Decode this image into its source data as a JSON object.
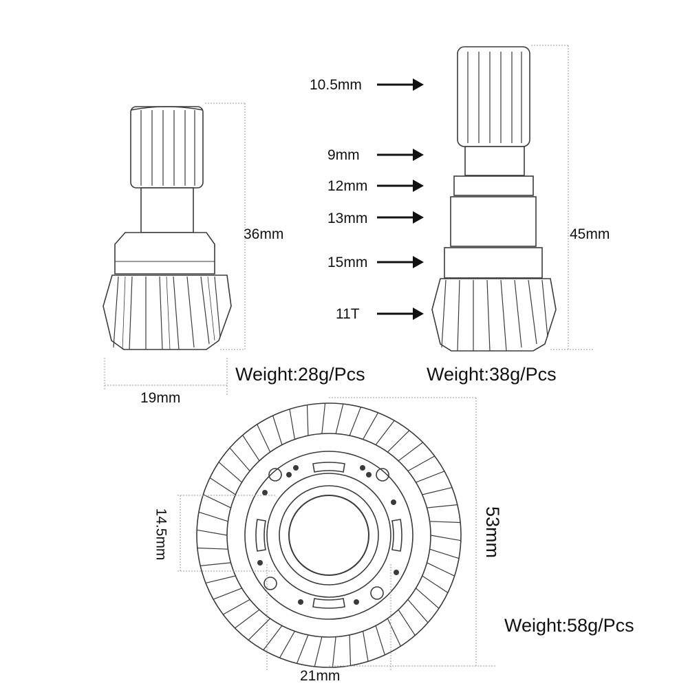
{
  "colors": {
    "line": "#3a3a3a",
    "dim_line": "#9a9a9a",
    "text": "#111111",
    "fill": "#ffffff"
  },
  "left_pinion": {
    "height_label": "36mm",
    "width_label": "19mm",
    "weight": "Weight:28g/Pcs"
  },
  "right_pinion": {
    "height_label": "45mm",
    "weight": "Weight:38g/Pcs",
    "callouts": [
      {
        "label": "10.5mm",
        "icon": "arrow-right-icon"
      },
      {
        "label": "9mm",
        "icon": "arrow-right-icon"
      },
      {
        "label": "12mm",
        "icon": "arrow-right-icon"
      },
      {
        "label": "13mm",
        "icon": "arrow-right-icon"
      },
      {
        "label": "15mm",
        "icon": "arrow-right-icon"
      },
      {
        "label": "11T",
        "icon": "arrow-right-icon"
      }
    ]
  },
  "ring_gear": {
    "diameter_label": "53mm",
    "inner_label": "14.5mm",
    "bore_label": "21mm",
    "weight": "Weight:58g/Pcs"
  }
}
